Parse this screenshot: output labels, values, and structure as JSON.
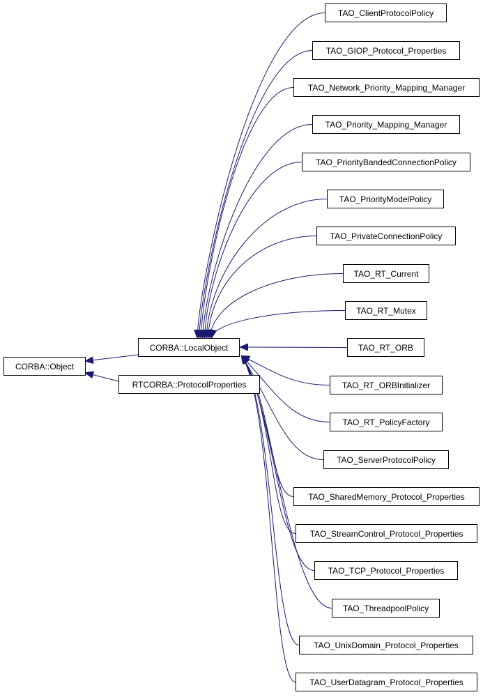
{
  "diagram": {
    "root": "CORBA::Object",
    "local_object": "CORBA::LocalObject",
    "protocol_properties": "RTCORBA::ProtocolProperties",
    "derived": [
      "TAO_ClientProtocolPolicy",
      "TAO_GIOP_Protocol_Properties",
      "TAO_Network_Priority_Mapping_Manager",
      "TAO_Priority_Mapping_Manager",
      "TAO_PriorityBandedConnectionPolicy",
      "TAO_PriorityModelPolicy",
      "TAO_PrivateConnectionPolicy",
      "TAO_RT_Current",
      "TAO_RT_Mutex",
      "TAO_RT_ORB",
      "TAO_RT_ORBInitializer",
      "TAO_RT_PolicyFactory",
      "TAO_ServerProtocolPolicy",
      "TAO_SharedMemory_Protocol_Properties",
      "TAO_StreamControl_Protocol_Properties",
      "TAO_TCP_Protocol_Properties",
      "TAO_ThreadpoolPolicy",
      "TAO_UnixDomain_Protocol_Properties",
      "TAO_UserDatagram_Protocol_Properties"
    ],
    "edge_color": "#191970"
  }
}
